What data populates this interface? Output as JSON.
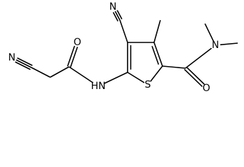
{
  "molecule": {
    "atoms": [
      {
        "id": "n_nitrile_left",
        "element": "N"
      },
      {
        "id": "c_nitrile_left",
        "element": "C"
      },
      {
        "id": "c_methylene",
        "element": "C"
      },
      {
        "id": "c_amide_left",
        "element": "C"
      },
      {
        "id": "o_amide_left",
        "element": "O"
      },
      {
        "id": "n_amide_left",
        "element": "N",
        "hydrogens": "H",
        "label_text": "HN"
      },
      {
        "id": "c5_ring",
        "element": "C"
      },
      {
        "id": "s1_ring",
        "element": "S"
      },
      {
        "id": "c2_ring",
        "element": "C"
      },
      {
        "id": "c3_ring",
        "element": "C"
      },
      {
        "id": "c4_ring",
        "element": "C"
      },
      {
        "id": "c_methyl_ring",
        "element": "C"
      },
      {
        "id": "c_nitrile_top",
        "element": "C"
      },
      {
        "id": "n_nitrile_top",
        "element": "N"
      },
      {
        "id": "c_amide_right",
        "element": "C"
      },
      {
        "id": "o_amide_right",
        "element": "O"
      },
      {
        "id": "n_amide_right",
        "element": "N"
      },
      {
        "id": "c_nme_a",
        "element": "C"
      },
      {
        "id": "c_nme_b",
        "element": "C"
      }
    ],
    "bonds": [
      {
        "from": "n_nitrile_left",
        "to": "c_nitrile_left",
        "order": 3
      },
      {
        "from": "c_nitrile_left",
        "to": "c_methylene",
        "order": 1
      },
      {
        "from": "c_methylene",
        "to": "c_amide_left",
        "order": 1
      },
      {
        "from": "c_amide_left",
        "to": "o_amide_left",
        "order": 2
      },
      {
        "from": "c_amide_left",
        "to": "n_amide_left",
        "order": 1
      },
      {
        "from": "n_amide_left",
        "to": "c5_ring",
        "order": 1
      },
      {
        "from": "c5_ring",
        "to": "s1_ring",
        "order": 1
      },
      {
        "from": "s1_ring",
        "to": "c2_ring",
        "order": 1
      },
      {
        "from": "c2_ring",
        "to": "c3_ring",
        "order": 2
      },
      {
        "from": "c3_ring",
        "to": "c4_ring",
        "order": 1
      },
      {
        "from": "c4_ring",
        "to": "c5_ring",
        "order": 2
      },
      {
        "from": "c3_ring",
        "to": "c_methyl_ring",
        "order": 1
      },
      {
        "from": "c4_ring",
        "to": "c_nitrile_top",
        "order": 1
      },
      {
        "from": "c_nitrile_top",
        "to": "n_nitrile_top",
        "order": 3
      },
      {
        "from": "c2_ring",
        "to": "c_amide_right",
        "order": 1
      },
      {
        "from": "c_amide_right",
        "to": "o_amide_right",
        "order": 2
      },
      {
        "from": "c_amide_right",
        "to": "n_amide_right",
        "order": 1
      },
      {
        "from": "n_amide_right",
        "to": "c_nme_a",
        "order": 1
      },
      {
        "from": "n_amide_right",
        "to": "c_nme_b",
        "order": 1
      }
    ]
  }
}
